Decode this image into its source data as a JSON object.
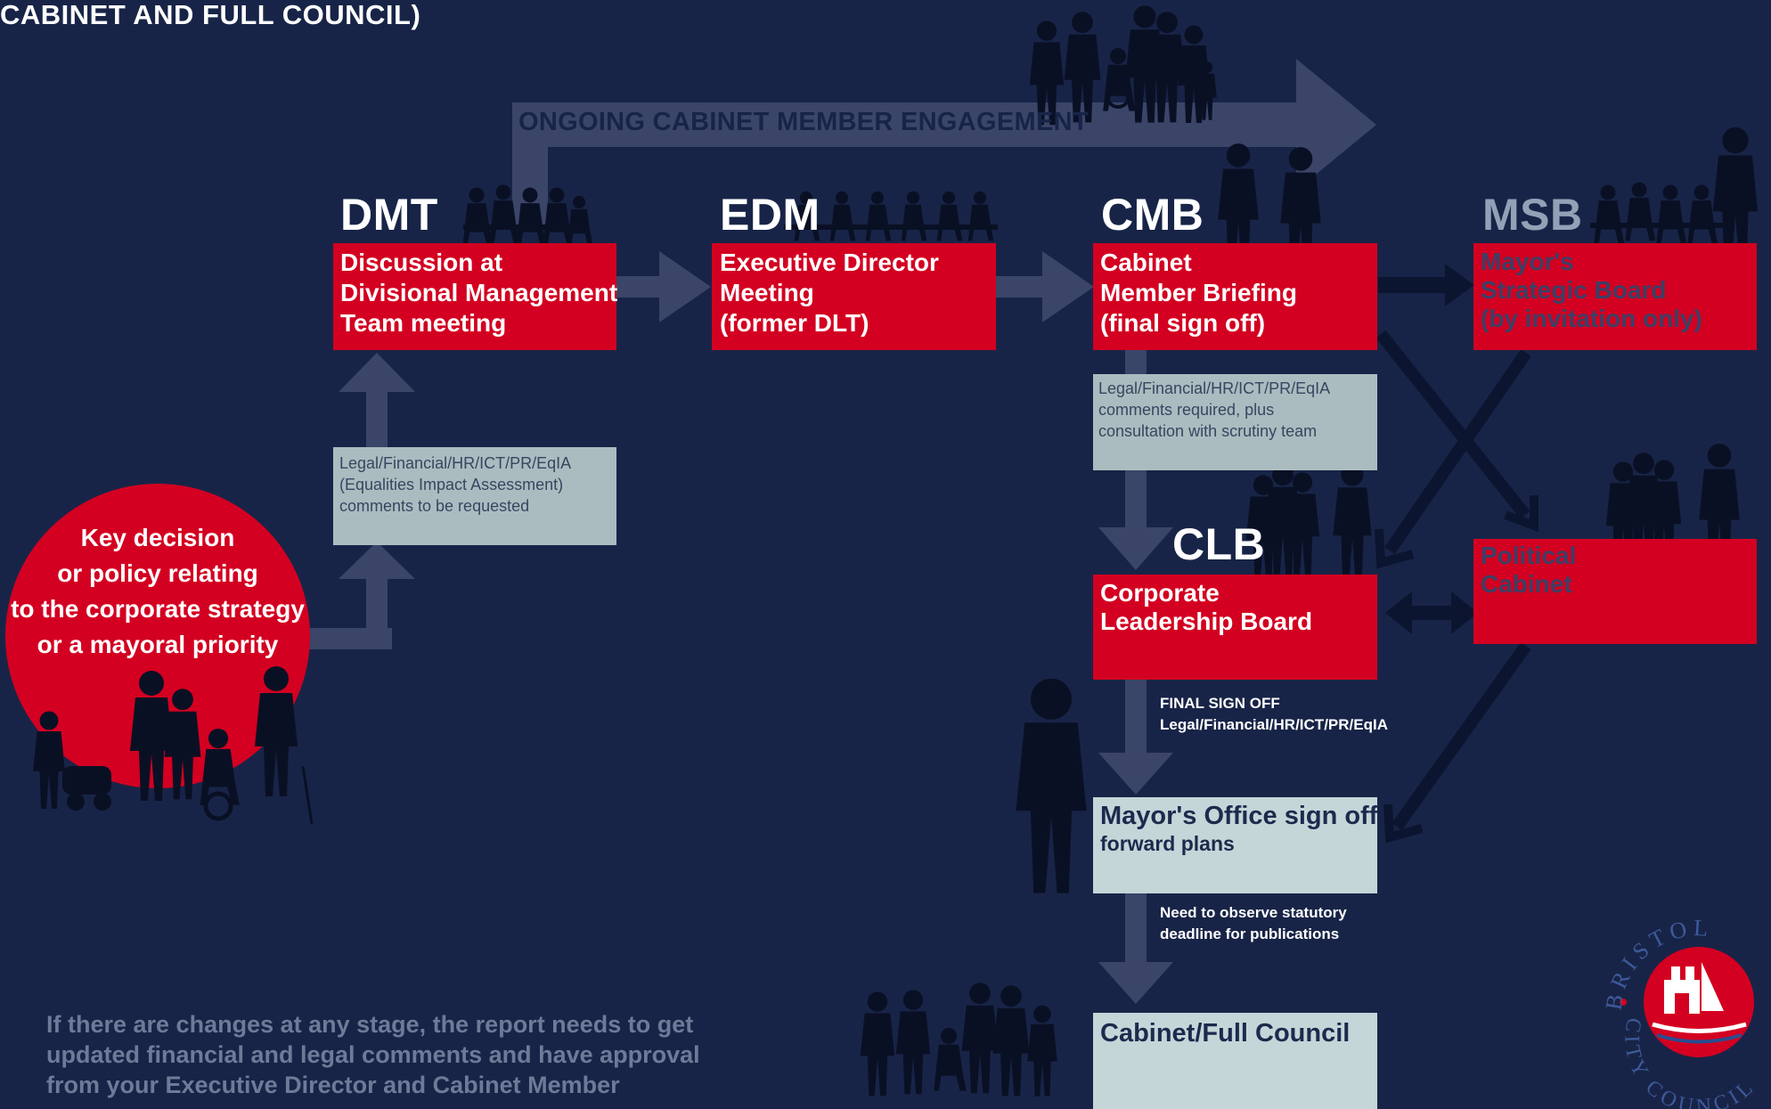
{
  "page_title": "CABINET AND FULL COUNCIL)",
  "engagement_label": "ONGOING CABINET MEMBER ENGAGEMENT",
  "start": {
    "lines": [
      "Key decision",
      "or policy relating",
      "to the corporate strategy",
      "or a mayoral priority"
    ]
  },
  "dmt": {
    "code": "DMT",
    "lines": [
      "Discussion at",
      "Divisional Management",
      "Team meeting"
    ],
    "comments": [
      "Legal/Financial/HR/ICT/PR/EqIA",
      "(Equalities Impact Assessment)",
      "comments to be requested"
    ]
  },
  "edm": {
    "code": "EDM",
    "lines": [
      "Executive Director",
      "Meeting",
      "(former DLT)"
    ]
  },
  "cmb": {
    "code": "CMB",
    "lines": [
      "Cabinet",
      "Member Briefing",
      "(final sign off)"
    ],
    "comments": [
      "Legal/Financial/HR/ICT/PR/EqIA",
      "comments required, plus",
      "consultation with scrutiny team"
    ]
  },
  "msb": {
    "code": "MSB",
    "lines": [
      "Mayor's",
      "Strategic Board",
      "(by invitation only)"
    ]
  },
  "clb": {
    "code": "CLB",
    "lines": [
      "Corporate",
      "Leadership Board"
    ]
  },
  "political": {
    "lines": [
      "Political",
      "Cabinet"
    ]
  },
  "final_sign_off": {
    "heading": "FINAL SIGN OFF",
    "text": "Legal/Financial/HR/ICT/PR/EqIA"
  },
  "mayors_office": {
    "title": "Mayor's Office sign off",
    "subtitle": "forward plans"
  },
  "statutory_note": [
    "Need to observe statutory",
    "deadline for publications"
  ],
  "council": {
    "title": "Cabinet/Full Council"
  },
  "footer_note": [
    "If there are changes at any stage, the report needs to get",
    "updated financial and legal comments and have approval",
    "from your Executive Director and Cabinet Member"
  ],
  "logo": {
    "text_top": "BRISTOL",
    "text_bottom": "CITY COUNCIL"
  },
  "colors": {
    "background": "#182447",
    "red": "#d30021",
    "grey_box": "#abbcc0",
    "pale_box": "#c4d6d8",
    "arrow_light": "#3a4568",
    "arrow_dark": "#0b1530",
    "silhouette": "#0a1024"
  }
}
